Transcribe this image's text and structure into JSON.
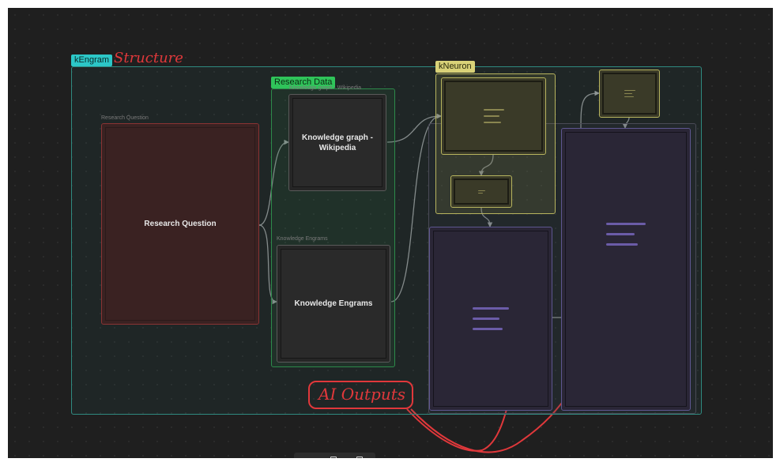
{
  "groups": {
    "kengram": {
      "tag": "kEngram",
      "annotation": "Structure"
    },
    "research": {
      "tag": "Research Data",
      "caption": "Knowledge graph - Wikipedia"
    },
    "kneuron": {
      "tag": "kNeuron"
    }
  },
  "labels": {
    "research_question_small": "Research Question",
    "knowledge_engrams_small": "Knowledge Engrams"
  },
  "nodes": {
    "research_question": "Research Question",
    "knowledge_graph": "Knowledge graph -\nWikipedia",
    "knowledge_engrams": "Knowledge Engrams"
  },
  "annotation": {
    "ai_outputs": "AI Outputs"
  },
  "colors": {
    "canvas": "#1f1f1f",
    "annotation_red": "#e0383b",
    "kengram_tag": "#2cc7c7",
    "research_tag": "#2fc45a",
    "kneuron_tag": "#d9d278",
    "purple_accent": "#6b5ca8",
    "olive_accent": "#8a8650"
  },
  "icons": {
    "placeholder": "text-lines-icon",
    "toolbar_1": "square-icon",
    "toolbar_2": "square-icon"
  }
}
